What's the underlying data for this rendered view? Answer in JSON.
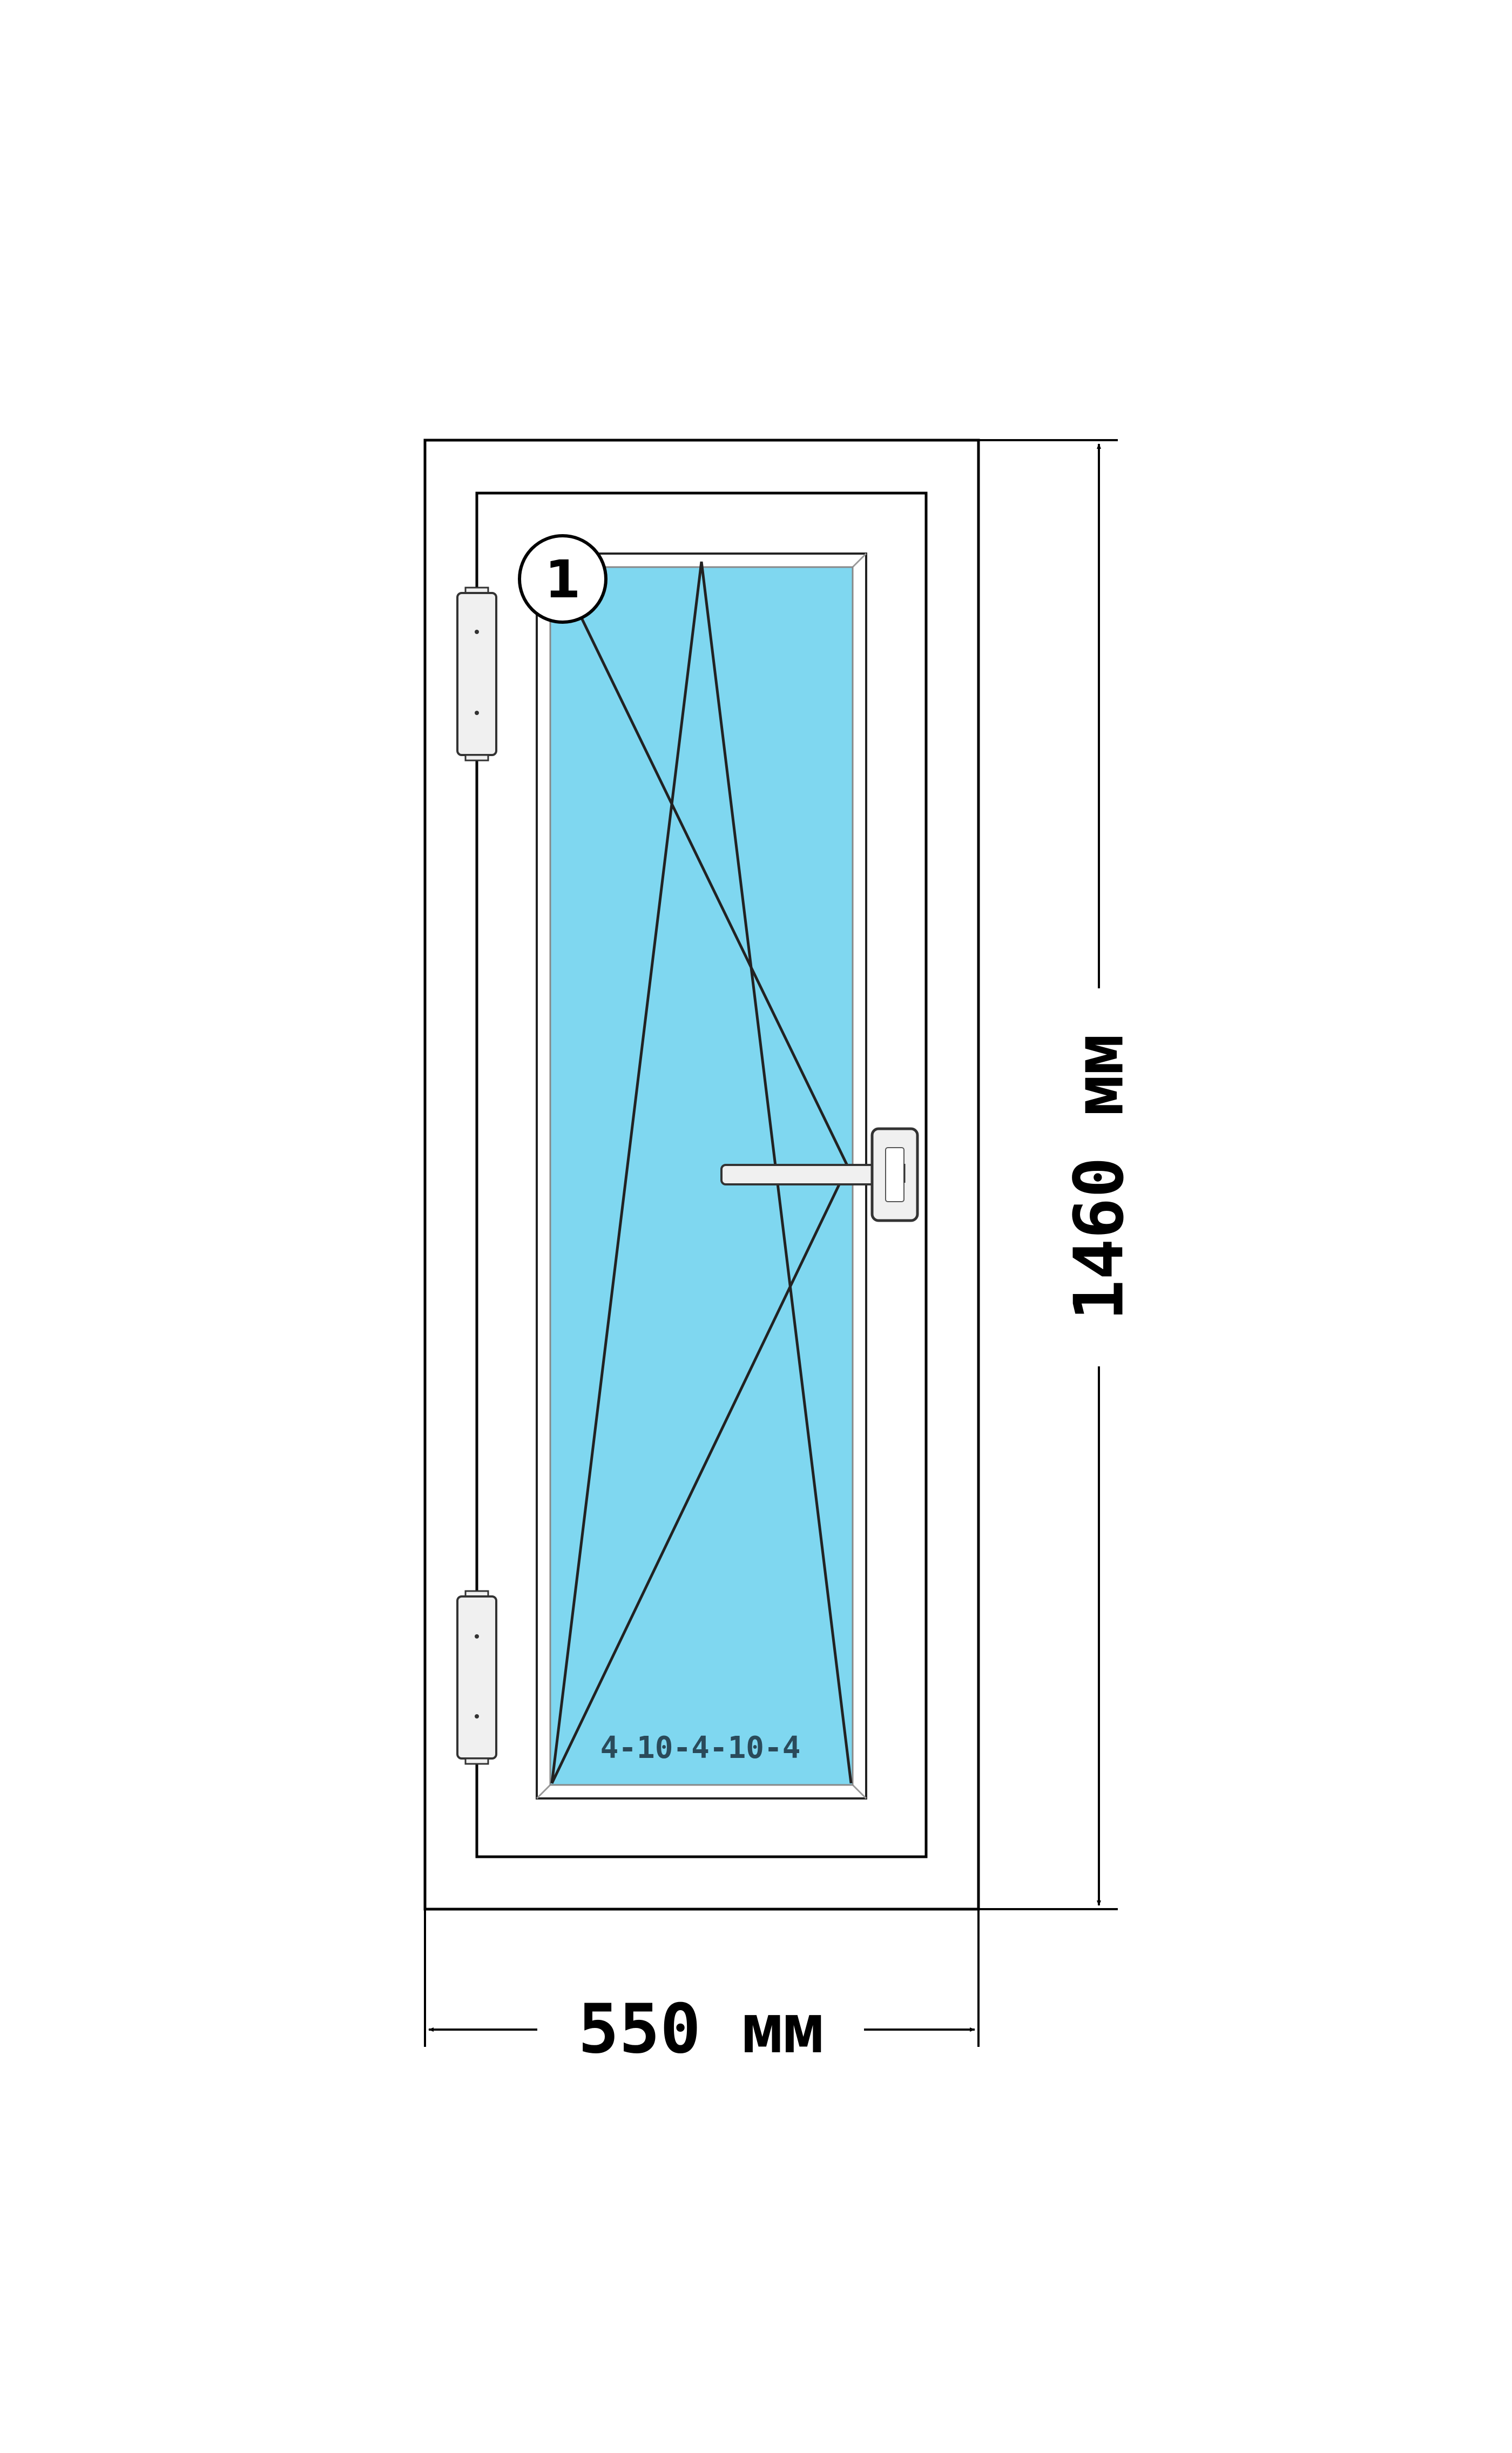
{
  "window": {
    "sash_number": "1",
    "glass_spec": "4-10-4-10-4",
    "opening_type": "tilt-and-turn",
    "hinge_side": "left",
    "handle_side": "right"
  },
  "dimensions": {
    "width_label": "550 мм",
    "height_label": "1460 мм",
    "width_mm": 550,
    "height_mm": 1460
  },
  "colors": {
    "glass": "#7fd7f0",
    "line": "#000000",
    "frame_fill": "#ffffff",
    "glass_text": "#2a4a5a",
    "hardware_fill": "#f0f0f0"
  },
  "icons": {
    "hinges": "hinge-icon",
    "handle": "handle-icon",
    "dimension_arrows": "arrow-icon"
  }
}
